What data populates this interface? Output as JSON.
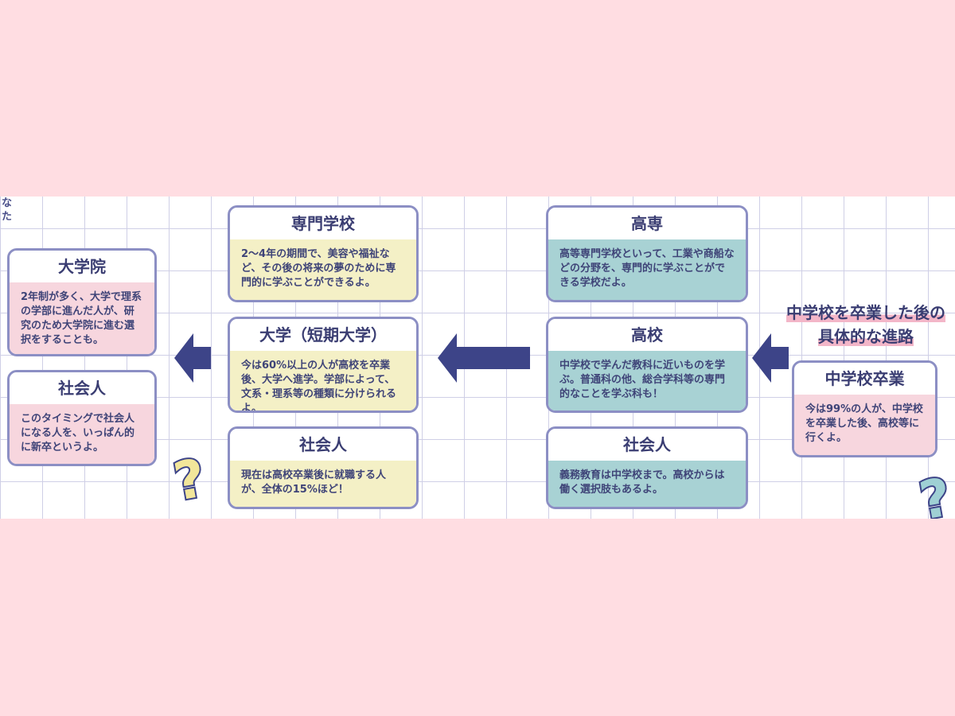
{
  "left_edge_text": "なた",
  "heading": {
    "line1": "中学校を卒業した後の",
    "line2": "具体的な進路"
  },
  "boxes": {
    "daigakuin": {
      "title": "大学院",
      "body": "2年制が多く、大学で理系の学部に進んだ人が、研究のため大学院に進む選択をすることも。"
    },
    "shakaijin_left": {
      "title": "社会人",
      "body": "このタイミングで社会人になる人を、いっぱん的に新卒というよ。"
    },
    "senmon": {
      "title": "専門学校",
      "body": "2〜4年の期間で、美容や福祉など、その後の将来の夢のために専門的に学ぶことができるよ。"
    },
    "daigaku": {
      "title": "大学（短期大学）",
      "body": "今は60%以上の人が高校を卒業後、大学へ進学。学部によって、文系・理系等の種類に分けられるよ。"
    },
    "shakaijin_mid": {
      "title": "社会人",
      "body": "現在は高校卒業後に就職する人が、全体の15%ほど！"
    },
    "kosen": {
      "title": "高専",
      "body": "高等専門学校といって、工業や商船などの分野を、専門的に学ぶことができる学校だよ。"
    },
    "koko": {
      "title": "高校",
      "body": "中学校で学んだ教科に近いものを学ぶ。普通科の他、総合学科等の専門的なことを学ぶ科も！"
    },
    "shakaijin_right": {
      "title": "社会人",
      "body": "義務教育は中学校まで。高校からは働く選択肢もあるよ。"
    },
    "chugakko": {
      "title": "中学校卒業",
      "body": "今は99%の人が、中学校を卒業した後、高校等に行くよ。"
    }
  },
  "decor": {
    "question_mark": "?"
  },
  "colors": {
    "background": "#ffdde2",
    "border": "#8c8fc4",
    "arrow": "#3d4488",
    "pink_fill": "#f7d6de",
    "yellow_fill": "#f4f0c6",
    "teal_fill": "#a8d2d4"
  }
}
